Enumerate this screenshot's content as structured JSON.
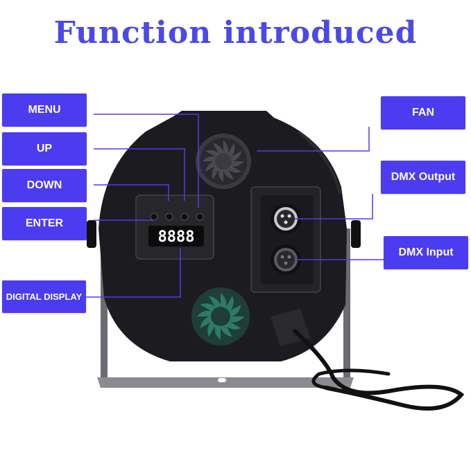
{
  "title": "Function introduced",
  "labels": {
    "menu": "MENU",
    "up": "UP",
    "down": "DOWN",
    "enter": "ENTER",
    "digital_display": "DIGITAL DISPLAY",
    "fan": "FAN",
    "dmx_output": "DMX Output",
    "dmx_input": "DMX Input"
  },
  "colors": {
    "title": "#4a4ae6",
    "label_bg": "#4b3cf0",
    "label_text": "#ffffff",
    "leader_line": "#4b3cf0",
    "housing": "#1c1c20",
    "fan_top": "#3a3a40",
    "fan_bottom": "#2e7a6a",
    "display_digits": "#ffffff"
  },
  "display": {
    "digits": "8888"
  }
}
